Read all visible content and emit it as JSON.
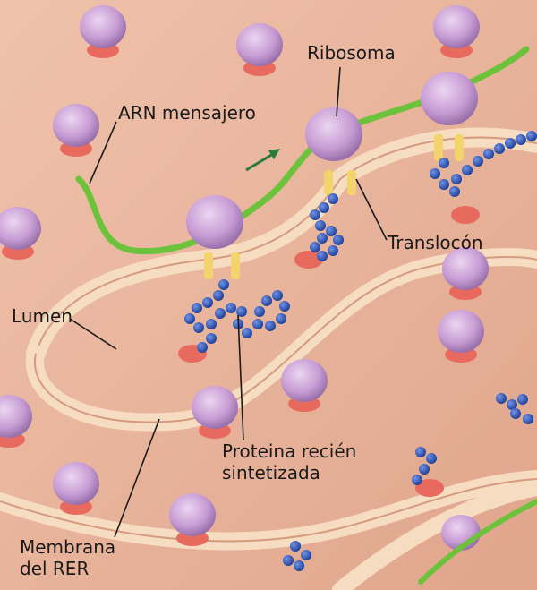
{
  "labels": {
    "ribosoma": "Ribosoma",
    "arn": "ARN mensajero",
    "translocon": "Translocón",
    "lumen": "Lumen",
    "proteina": [
      "Proteina recién",
      "sintetizada"
    ],
    "membrana": [
      "Membrana",
      "del RER"
    ]
  },
  "colors": {
    "membrane_fill": "#e9b39a",
    "membrane_edge": "#f6dcc0",
    "ribosome": "#c79bd3",
    "mrna": "#6cc33b",
    "translocon": "#f2d36c",
    "protein": "#2f57b8",
    "receptor": "#e86a5e",
    "arrow": "#2a7a3a"
  }
}
